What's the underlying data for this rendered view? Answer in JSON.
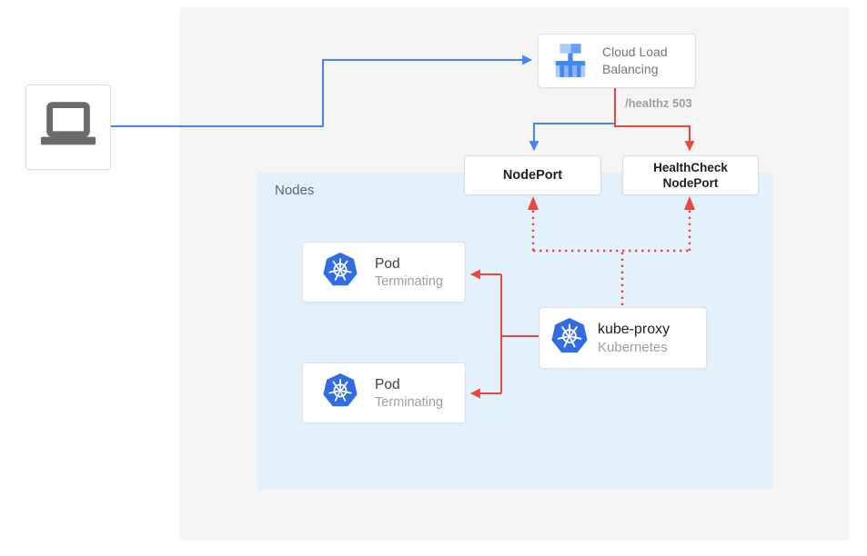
{
  "colors": {
    "flow_blue": "#4285f4",
    "flow_red": "#e8473c",
    "canvas_bg": "#f5f5f5",
    "nodes_bg": "#e3f1fc",
    "kubernetes_blue": "#326ce5",
    "icon_gray": "#6b6b6b",
    "muted_text": "#9e9e9e"
  },
  "client": {
    "icon": "laptop-icon"
  },
  "load_balancer": {
    "label": "Cloud Load Balancing",
    "icon": "cloud-load-balancing-icon"
  },
  "health_check_label": "/healthz 503",
  "node_port": {
    "label": "NodePort"
  },
  "health_check_node_port": {
    "line1": "HealthCheck",
    "line2": "NodePort"
  },
  "nodes": {
    "label": "Nodes",
    "pods": [
      {
        "title": "Pod",
        "status": "Terminating"
      },
      {
        "title": "Pod",
        "status": "Terminating"
      }
    ],
    "kube_proxy": {
      "title": "kube-proxy",
      "subtitle": "Kubernetes"
    }
  }
}
